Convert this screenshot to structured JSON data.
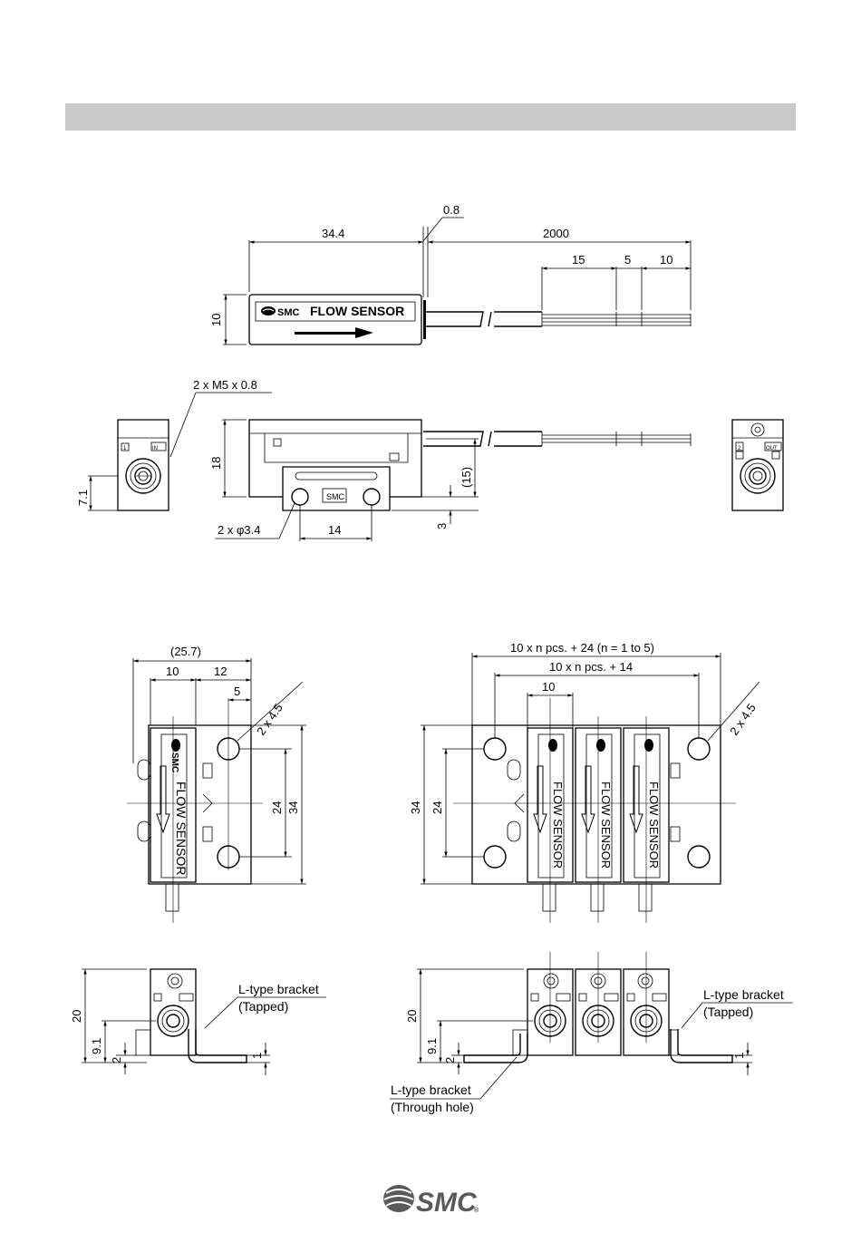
{
  "header": {
    "bar_color": "#c9c9c9"
  },
  "top_view": {
    "dim_body_length": "34.4",
    "dim_gap": "0.8",
    "dim_cable_length": "2000",
    "dim_strip_15": "15",
    "dim_strip_5": "5",
    "dim_strip_10": "10",
    "dim_height": "10",
    "label_logo": "SMC",
    "label_product": "FLOW SENSOR"
  },
  "side_view": {
    "callout_ports": "2 x M5 x 0.8",
    "dim_height": "18",
    "dim_port_height": "7.1",
    "dim_cable_height": "(15)",
    "dim_bracket": "3",
    "dim_hole_pitch": "14",
    "callout_holes": "2 x φ3.4",
    "bracket_logo": "SMC",
    "port_in": "IN",
    "port_out": "OUT",
    "port_1": "1",
    "port_2": "2"
  },
  "single_bracket": {
    "dim_overall": "(25.7)",
    "dim_10": "10",
    "dim_12": "12",
    "dim_5": "5",
    "callout_holes": "2 x 4.5",
    "dim_24": "24",
    "dim_34": "34",
    "label_product": "FLOW SENSOR",
    "label_logo": "SMC"
  },
  "manifold_bracket": {
    "dim_overall": "10 x n pcs. + 24 (n = 1 to 5)",
    "dim_pitch": "10 x n pcs. + 14",
    "dim_10": "10",
    "callout_holes": "2 x 4.5",
    "dim_34": "34",
    "dim_24": "24"
  },
  "bottom_single": {
    "dim_20": "20",
    "dim_9_1": "9.1",
    "dim_2": "2",
    "dim_1": "1",
    "bracket_label_1": "L-type bracket",
    "bracket_label_2": "(Tapped)"
  },
  "bottom_manifold": {
    "dim_20": "20",
    "dim_9_1": "9.1",
    "dim_2": "2",
    "dim_1": "1",
    "tapped_label_1": "L-type bracket",
    "tapped_label_2": "(Tapped)",
    "through_label_1": "L-type bracket",
    "through_label_2": "(Through hole)"
  },
  "footer": {
    "logo_text": "SMC",
    "logo_mark": "®",
    "logo_color": "#5a5a5a"
  }
}
